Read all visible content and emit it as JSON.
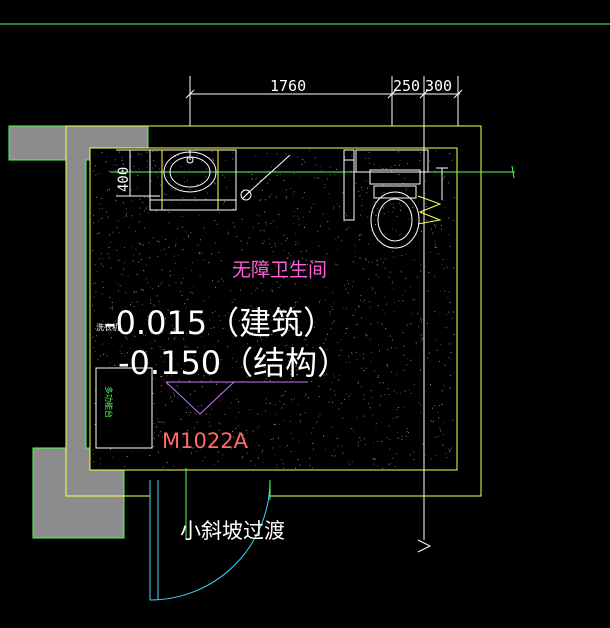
{
  "colors": {
    "background": "#000000",
    "wall": "#8c8c8c",
    "wall_outline": "#4fff4f",
    "yellow": "#ffff4f",
    "white": "#ffffff",
    "green": "#4fff4f",
    "cyan": "#3fd8ff",
    "magenta": "#ff5fd8",
    "violet": "#c878ff",
    "red_text": "#ff6a6a",
    "floor_dots": "#bdbdbd"
  },
  "dimensions": {
    "d1": "1760",
    "d2": "250",
    "d3": "300",
    "d4": "400"
  },
  "room": {
    "name": "无障卫生间",
    "elev_arch": "-0.015（建筑）",
    "elev_struct": "-0.150（结构）",
    "door_tag": "M1022A",
    "ramp_note": "小斜坡过渡",
    "small_label_left": "洗衣机",
    "box_label": "多功能台"
  },
  "icons": [
    "sink-icon",
    "toilet-icon",
    "floor-drain-icon",
    "grab-bar-icon",
    "door-swing-icon",
    "elevation-marker-icon"
  ]
}
